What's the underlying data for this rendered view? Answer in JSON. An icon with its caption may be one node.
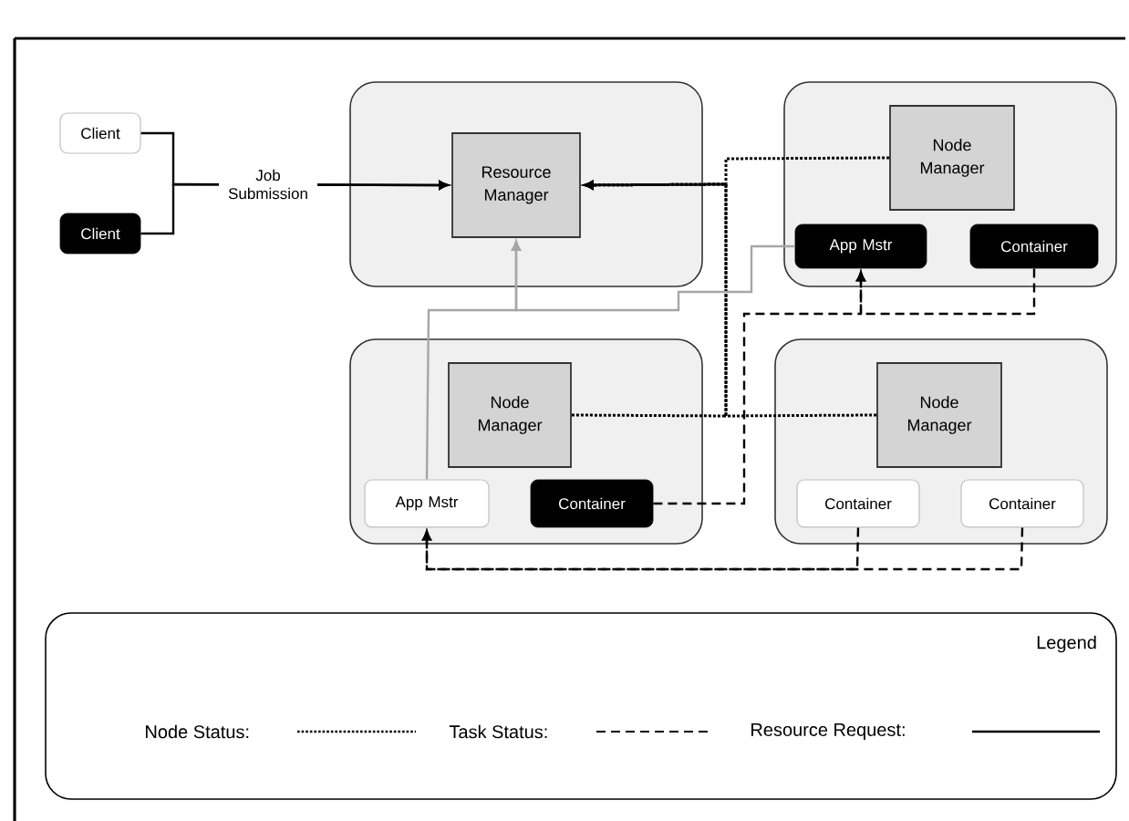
{
  "diagram": {
    "nodes": [
      {
        "text": [
          "Client"
        ]
      },
      {
        "text": [
          "Client"
        ]
      },
      {
        "text": [],
        "shape": "box"
      },
      {
        "text": [
          "Resource Manager"
        ],
        "in": 2
      },
      {
        "text": [],
        "shape": "box"
      },
      {
        "text": [
          "Node Manager"
        ],
        "in": 4
      },
      {
        "text": [
          "App Mstr"
        ],
        "in": 4
      },
      {
        "text": [
          "Container"
        ],
        "in": 4
      },
      {
        "text": [],
        "shape": "box"
      },
      {
        "text": [
          "Node Manager"
        ],
        "in": 8
      },
      {
        "text": [
          "App Mstr"
        ],
        "in": 8
      },
      {
        "text": [
          "Container"
        ],
        "in": 8
      },
      {
        "text": [],
        "shape": "box"
      },
      {
        "text": [
          "Node Manager"
        ],
        "in": 12
      },
      {
        "text": [
          "Container"
        ],
        "in": 12
      },
      {
        "text": [
          "Container"
        ],
        "in": 12
      }
    ],
    "edges": [
      {
        "from": 0,
        "to": 3,
        "arrow": "to",
        "label": "Job Submission"
      },
      {
        "from": 1,
        "to": 3,
        "arrow": "to"
      },
      {
        "from": 5,
        "to": 3,
        "arrow": "to",
        "style": "dashed"
      },
      {
        "from": 9,
        "to": 3,
        "arrow": "to",
        "style": "dashed"
      },
      {
        "from": 13,
        "to": 3,
        "arrow": "to",
        "style": "dashed"
      },
      {
        "from": 10,
        "to": 3,
        "arrow": "to",
        "color": "#a6a6a6"
      },
      {
        "from": 6,
        "to": 3,
        "arrow": "to",
        "color": "#a6a6a6"
      },
      {
        "from": 7,
        "to": 6,
        "arrow": "to",
        "style": "dashed"
      },
      {
        "from": 11,
        "to": 6,
        "arrow": "to",
        "style": "dashed"
      },
      {
        "from": 14,
        "to": 10,
        "arrow": "to",
        "style": "dashed"
      },
      {
        "from": 15,
        "to": 10,
        "arrow": "to",
        "style": "dashed"
      }
    ],
    "labels": [
      "Legend"
    ],
    "legend": [
      {
        "text": "Node Status:"
      },
      {
        "text": "Task Status:"
      },
      {
        "text": "Resource Request:"
      }
    ]
  }
}
